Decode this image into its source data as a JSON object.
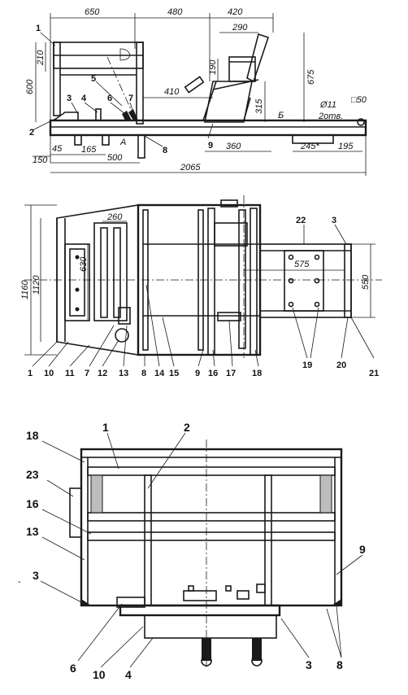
{
  "side_view": {
    "dimensions": {
      "d650": "650",
      "d480": "480",
      "d420": "420",
      "d290": "290",
      "d210": "210",
      "d600": "600",
      "d190": "190",
      "d675": "675",
      "d410": "410",
      "d315": "315",
      "d11": "Ø11",
      "d2otv": "2отв.",
      "d50": "□50",
      "d45": "45",
      "d165": "165",
      "dA": "A",
      "d500": "500",
      "d360": "360",
      "d245": "245*",
      "d195": "195",
      "d150": "150",
      "d2065": "2065",
      "dB": "Б"
    },
    "labels": {
      "l1": "1",
      "l2": "2",
      "l3": "3",
      "l4": "4",
      "l5": "5",
      "l6": "6",
      "l7": "7",
      "l8": "8",
      "l9": "9"
    }
  },
  "top_view": {
    "dimensions": {
      "d1160": "1160",
      "d1120": "1120",
      "d260": "260",
      "d630": "630",
      "d575": "575",
      "d550": "550"
    },
    "labels": {
      "l22": "22",
      "l3": "3",
      "l1": "1",
      "l10": "10",
      "l11": "11",
      "l7": "7",
      "l12": "12",
      "l13": "13",
      "l8": "8",
      "l14": "14",
      "l15": "15",
      "l9": "9",
      "l16": "16",
      "l17": "17",
      "l18": "18",
      "l19": "19",
      "l20": "20",
      "l21": "21"
    }
  },
  "front_view": {
    "labels": {
      "l18": "18",
      "l1": "1",
      "l2": "2",
      "l23": "23",
      "l16": "16",
      "l13": "13",
      "l9": "9",
      "l3a": "3",
      "l6": "6",
      "l10": "10",
      "l4": "4",
      "l3b": "3",
      "l8": "8"
    }
  }
}
